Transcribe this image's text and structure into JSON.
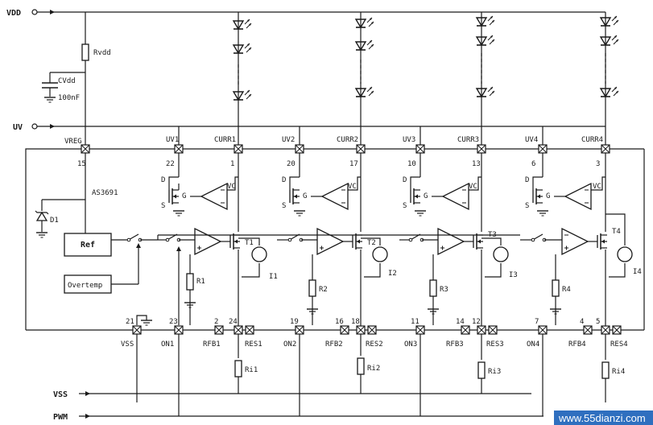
{
  "rails": {
    "vdd": "VDD",
    "uv": "UV",
    "vss": "VSS",
    "pwm": "PWM"
  },
  "supply": {
    "rvdd": "Rvdd",
    "cvdd": "CVdd",
    "cvdd_value": "100nF",
    "chip": "AS3691",
    "diode": "D1"
  },
  "blocks": {
    "ref": "Ref",
    "overtemp": "Overtemp"
  },
  "opamp": {
    "vc": "VC",
    "d": "D",
    "g": "G",
    "s": "S"
  },
  "pins": {
    "vreg": "VREG",
    "vreg_num": "15",
    "vss": "VSS",
    "vss_num": "21",
    "on1": "ON1",
    "on1_num": "23",
    "uv1": "UV1",
    "uv1_num": "22",
    "curr1": "CURR1",
    "curr1_num": "1",
    "rfb1": "RFB1",
    "rfb1_num": "2",
    "res1": "RES1",
    "res1_num": "24",
    "uv2": "UV2",
    "uv2_num": "20",
    "curr2": "CURR2",
    "curr2_num": "17",
    "on2": "ON2",
    "on2_num": "19",
    "rfb2": "RFB2",
    "rfb2_num": "16",
    "res2": "RES2",
    "res2_num": "18",
    "uv3": "UV3",
    "uv3_num": "10",
    "curr3": "CURR3",
    "curr3_num": "13",
    "on3": "ON3",
    "on3_num": "11",
    "rfb3": "RFB3",
    "rfb3_num": "14",
    "res3": "RES3",
    "res3_num": "12",
    "uv4": "UV4",
    "uv4_num": "6",
    "curr4": "CURR4",
    "curr4_num": "3",
    "on4": "ON4",
    "on4_num": "7",
    "rfb4": "RFB4",
    "rfb4_num": "4",
    "res4": "RES4",
    "res4_num": "5"
  },
  "components": {
    "t1": "T1",
    "t2": "T2",
    "t3": "T3",
    "t4": "T4",
    "i1": "I1",
    "i2": "I2",
    "i3": "I3",
    "i4": "I4",
    "r1": "R1",
    "r2": "R2",
    "r3": "R3",
    "r4": "R4",
    "ri1": "Ri1",
    "ri2": "Ri2",
    "ri3": "Ri3",
    "ri4": "Ri4"
  },
  "watermark": "www.55dianzi.com"
}
